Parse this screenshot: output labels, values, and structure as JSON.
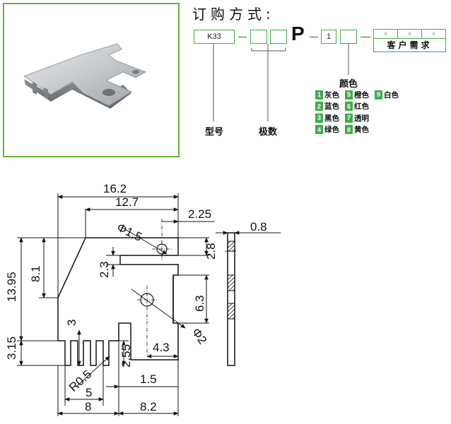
{
  "order": {
    "title": "订购方式:",
    "model_code": "K33",
    "letter": "P",
    "digit": "1",
    "customer_marks": [
      "x",
      "x",
      "x"
    ],
    "customer_label": "客户需求",
    "label_model": "型号",
    "label_poles": "极数",
    "label_color": "颜色"
  },
  "colors": [
    {
      "num": "1",
      "name": "灰色"
    },
    {
      "num": "5",
      "name": "橙色"
    },
    {
      "num": "9",
      "name": "白色"
    },
    {
      "num": "2",
      "name": "蓝色"
    },
    {
      "num": "6",
      "name": "红色"
    },
    {
      "num": "3",
      "name": "黑色"
    },
    {
      "num": "7",
      "name": "透明"
    },
    {
      "num": "4",
      "name": "绿色"
    },
    {
      "num": "8",
      "name": "黄色"
    }
  ],
  "dimensions": {
    "d16_2": "16.2",
    "d12_7": "12.7",
    "d2_25": "2.25",
    "d0_8": "0.8",
    "phi1_5": "Φ1.5",
    "d2_8": "2.8",
    "d2_3": "2.3",
    "d13_95": "13.95",
    "d8_1": "8.1",
    "d6_3": "6.3",
    "d3": "3",
    "phi2": "Φ2",
    "d4_3": "4.3",
    "d3_15": "3.15",
    "d2_55": "2.55",
    "r0_5": "R0.5",
    "d1_5": "1.5",
    "d5": "5",
    "d8": "8",
    "d8_2": "8.2"
  },
  "colors_style": {
    "accent": "#3fae49",
    "frame": "#5fb832",
    "line": "#111111"
  }
}
